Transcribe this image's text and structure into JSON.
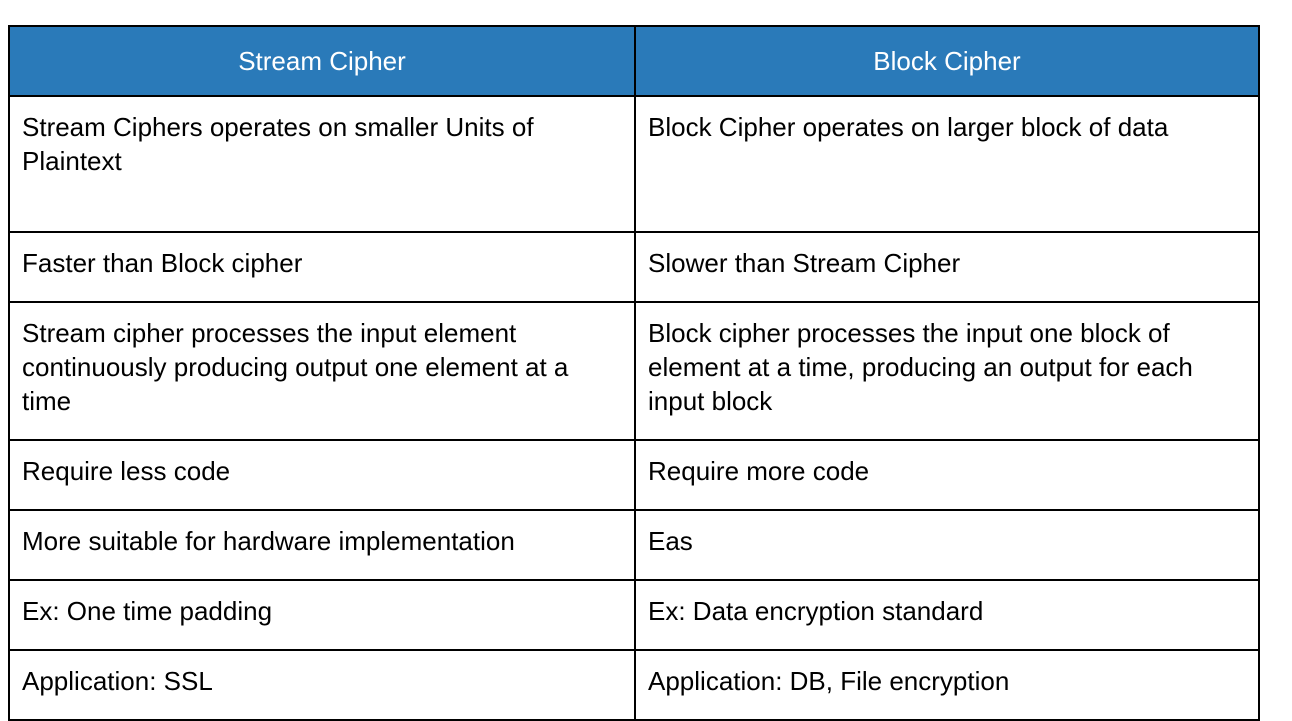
{
  "table": {
    "columns": [
      {
        "header": "Stream Cipher"
      },
      {
        "header": "Block Cipher"
      }
    ],
    "header_background": "#2a7ab9",
    "header_text_color": "#ffffff",
    "border_color": "#000000",
    "rows": [
      {
        "left": "Stream Ciphers operates on smaller Units of Plaintext",
        "right": "Block Cipher operates on larger block of data"
      },
      {
        "left": "Faster than Block cipher",
        "right": "Slower than Stream Cipher"
      },
      {
        "left": "Stream cipher processes the input element continuously producing output one element at a time",
        "right": "Block cipher processes the input one block of element at a time, producing an output for each input block"
      },
      {
        "left": "Require less code",
        "right": "Require more code"
      },
      {
        "left": "More suitable for hardware implementation",
        "right": "Eas"
      },
      {
        "left": "Ex: One time padding",
        "right": "Ex: Data encryption standard"
      },
      {
        "left": "Application: SSL",
        "right": "Application: DB, File encryption"
      }
    ]
  }
}
